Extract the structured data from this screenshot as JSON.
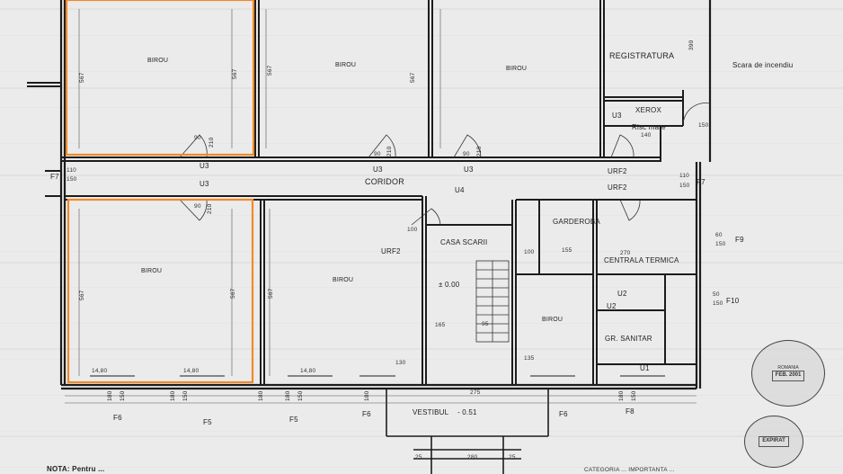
{
  "rooms": {
    "birou_1": "BIROU",
    "birou_2": "BIROU",
    "birou_3": "BIROU",
    "registratura": "REGISTRATURA",
    "xerox": "XEROX",
    "risc_mare": "Risc mare",
    "coridor": "CORIDOR",
    "birou_4": "BIROU",
    "birou_5": "BIROU",
    "casa_scarii": "CASA SCARII",
    "garderoba": "GARDEROBA",
    "centrala_termica": "CENTRALA TERMICA",
    "birou_6": "BIROU",
    "gr_sanitar": "GR. SANITAR",
    "vestibul": "VESTIBUL"
  },
  "annotations": {
    "scara_incendiu": "Scara de incendiu",
    "level_000": "± 0.00",
    "level_051": "- 0.51",
    "nota": "NOTA: Pentru ...",
    "categoria": "CATEGORIA ... IMPORTANTA ..."
  },
  "door_codes": [
    "U3",
    "U3",
    "U3",
    "U3",
    "U3",
    "U4",
    "URF2",
    "URF2",
    "URF2",
    "U2",
    "U2",
    "U1"
  ],
  "window_codes": [
    "F7",
    "F7",
    "F9",
    "F10",
    "F6",
    "F5",
    "F5",
    "F6",
    "F6",
    "F8"
  ],
  "dimensions": {
    "h567a": "567",
    "h567b": "567",
    "h567c": "567",
    "h567d": "567",
    "h567e": "567",
    "h567f": "567",
    "h567g": "567",
    "h390": "390",
    "d90a": "90",
    "d210a": "210",
    "d90b": "90",
    "d210b": "210",
    "d90c": "90",
    "d210c": "210",
    "d90d": "90",
    "d210d": "210",
    "d110a": "110",
    "d150a": "150",
    "d110b": "110",
    "d150b": "150",
    "d140a": "140",
    "d150c": "150",
    "d60": "60",
    "d150d": "150",
    "d50": "50",
    "d150e": "150",
    "d270": "270",
    "d155": "155",
    "d130": "130",
    "d275": "275",
    "d135": "135",
    "d280": "280",
    "d25a": "25",
    "d25b": "25",
    "d165": "165",
    "d95": "95",
    "d100a": "100",
    "d100b": "100",
    "d180a": "180",
    "d150f": "150",
    "d180b": "180",
    "d150g": "150",
    "d180c": "180",
    "d180d": "180",
    "d180e": "180",
    "d150h": "150",
    "d180f": "180",
    "d150i": "150",
    "d14_80a": "14,80",
    "d14_80b": "14,80",
    "d14_80c": "14,80"
  },
  "stamps": {
    "stamp1_text": "ROMANIA",
    "stamp1_inner": "FEB. 2001",
    "stamp2_inner": "EXPIRAT"
  },
  "colors": {
    "wall": "#1c1c1c",
    "highlight": "#f08a2a",
    "paper": "#ebebeb"
  }
}
